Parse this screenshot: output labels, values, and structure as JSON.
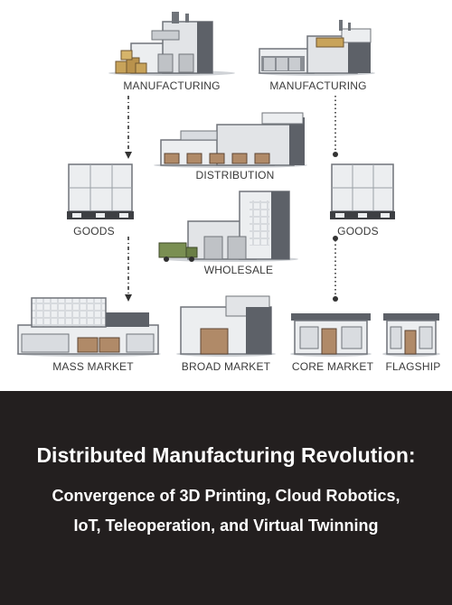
{
  "diagram": {
    "labels": {
      "manufacturing_left": "MANUFACTURING",
      "manufacturing_right": "MANUFACTURING",
      "distribution": "DISTRIBUTION",
      "goods_left": "GOODS",
      "goods_right": "GOODS",
      "wholesale": "WHOLESALE",
      "mass_market": "MASS MARKET",
      "broad_market": "BROAD MARKET",
      "core_market": "CORE MARKET",
      "flagship": "FLAGSHIP"
    }
  },
  "footer": {
    "title": "Distributed Manufacturing Revolution:",
    "subtitle_line1": "Convergence of 3D Printing, Cloud Robotics,",
    "subtitle_line2": "IoT, Teleoperation, and Virtual Twinning"
  },
  "colors": {
    "background": "#ffffff",
    "footer": "#231f1f",
    "building": "#e4e6ea",
    "building_dark": "#5d6168",
    "door": "#b08a68",
    "truck": "#7a8f52"
  }
}
